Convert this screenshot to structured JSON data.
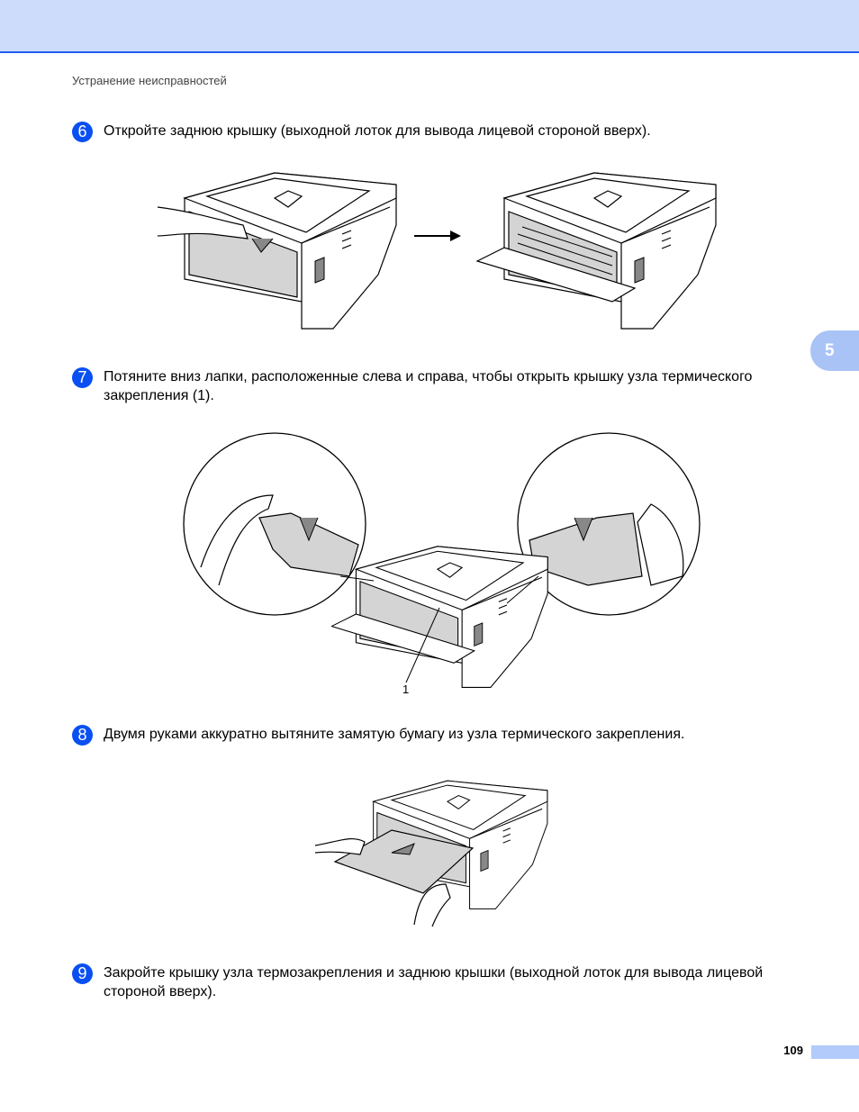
{
  "header": {
    "running_head": "Устранение неисправностей"
  },
  "chapter_tab": "5",
  "steps": [
    {
      "number": "6",
      "text": "Откройте заднюю крышку (выходной лоток для вывода лицевой стороной вверх)."
    },
    {
      "number": "7",
      "text": "Потяните вниз лапки, расположенные слева и справа, чтобы открыть крышку узла термического закрепления (1)."
    },
    {
      "number": "8",
      "text": "Двумя руками аккуратно вытяните замятую бумагу из узла термического закрепления."
    },
    {
      "number": "9",
      "text": "Закройте крышку узла термозакрепления и заднюю крышки (выходной лоток для вывода лицевой стороной вверх)."
    }
  ],
  "figure_callout": "1",
  "footer": {
    "page_number": "109"
  },
  "colors": {
    "header_band": "#cddcfb",
    "accent": "#0a4ff2",
    "tab": "#a9c3f7"
  }
}
